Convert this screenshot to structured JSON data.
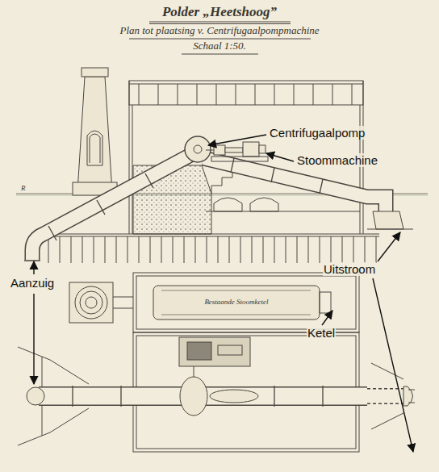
{
  "diagram": {
    "title": "Polder „Heetshoog”",
    "labels": [
      "Plan tot plaatsing v. Centrifugaalpompmachine",
      "Schaal 1:50.",
      "R",
      "Centrifugaalpomp",
      "Stoommachine",
      "Aanzuig",
      "Uitstroom",
      "Ketel",
      "Bestaande Stoomketel"
    ]
  }
}
